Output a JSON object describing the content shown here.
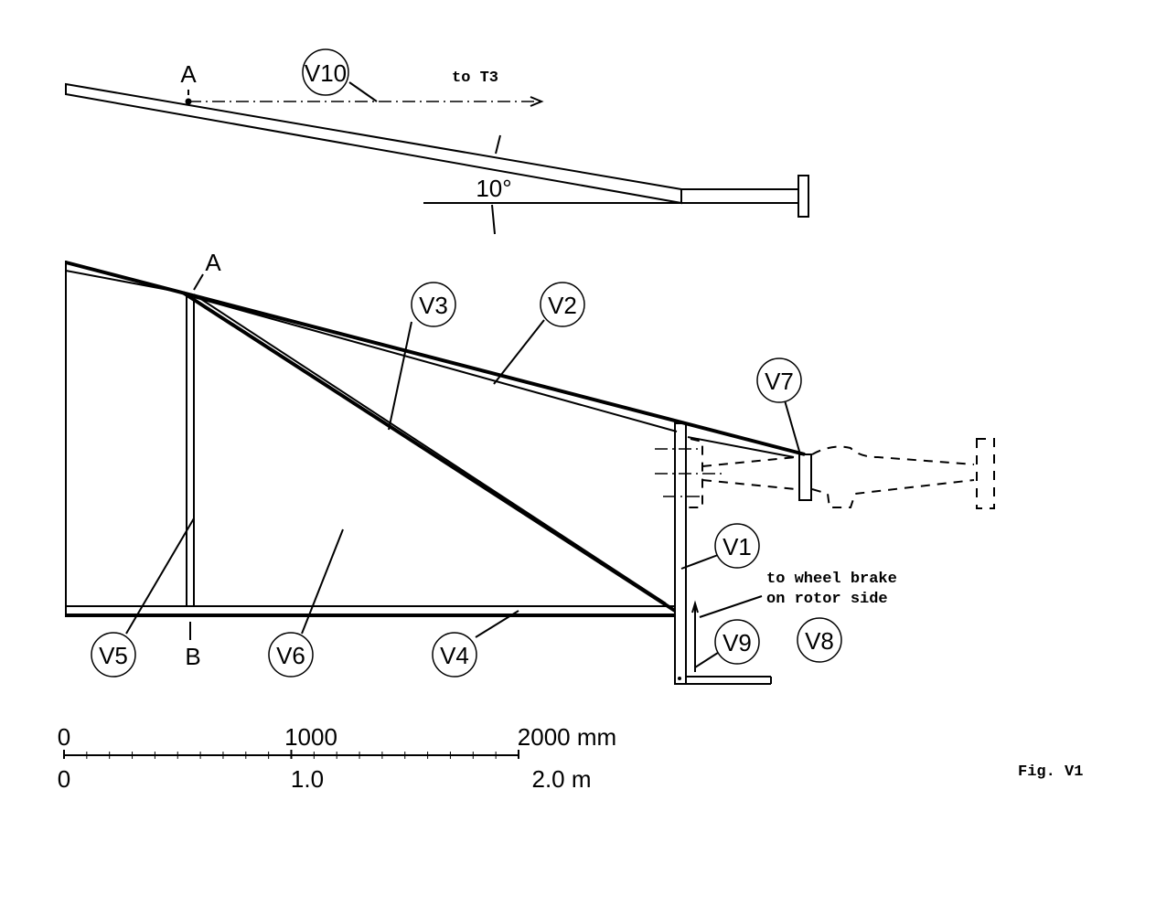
{
  "top_view": {
    "point": "A",
    "member": "V10",
    "note": "to T3",
    "angle": "10°"
  },
  "main_view": {
    "point_top": "A",
    "point_bottom": "B",
    "members": [
      "V1",
      "V2",
      "V3",
      "V4",
      "V5",
      "V6",
      "V7",
      "V8",
      "V9"
    ],
    "note_line1": "to wheel brake",
    "note_line2": "on rotor side"
  },
  "scale_bar": {
    "mm_labels": [
      "0",
      "1000",
      "2000 mm"
    ],
    "m_labels": [
      "0",
      "1.0",
      "2.0 m"
    ]
  },
  "figure_label": "Fig. V1"
}
